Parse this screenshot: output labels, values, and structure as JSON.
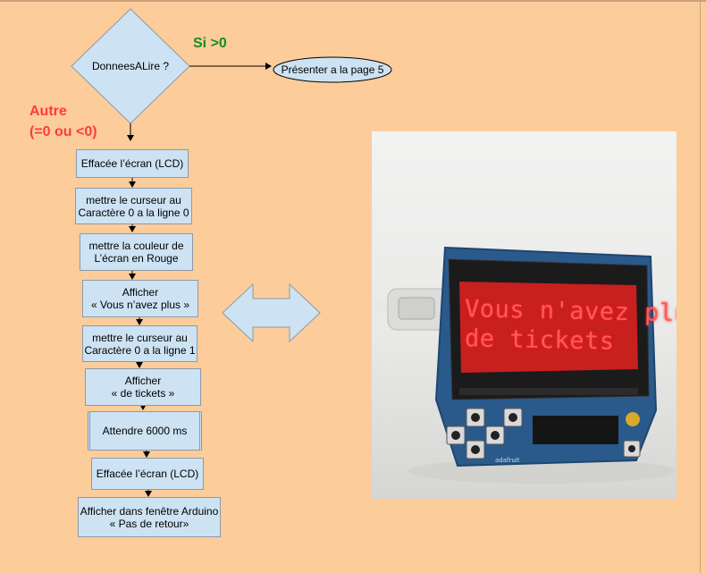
{
  "flowchart": {
    "decision": "DonneesALire ?",
    "yes_label": "Si >0",
    "yes_target": "Présenter a la page 5",
    "no_label_line1": "Autre",
    "no_label_line2": "(=0 ou <0)",
    "steps": [
      "Effacée l’écran (LCD)",
      "mettre le curseur au\nCaractère 0 a la ligne 0",
      "mettre la couleur de\nL’écran en Rouge",
      "Afficher\n« Vous n’avez plus »",
      "mettre le curseur au\nCaractère 0 a la ligne 1",
      "Afficher\n« de tickets »",
      "Attendre 6000 ms",
      "Effacée l’écran (LCD)",
      "Afficher dans fenêtre Arduino\n« Pas de retour»"
    ]
  },
  "photo": {
    "lcd_line1": "Vous n'avez plus",
    "lcd_line2": "de tickets",
    "pcb_brand": "adafruit"
  },
  "colors": {
    "background": "#fdcc9b",
    "shape_fill": "#cde3f3",
    "yes_color": "#1a8c1a",
    "no_color": "#ff3b3b",
    "lcd_backlight": "#c81f1f"
  }
}
